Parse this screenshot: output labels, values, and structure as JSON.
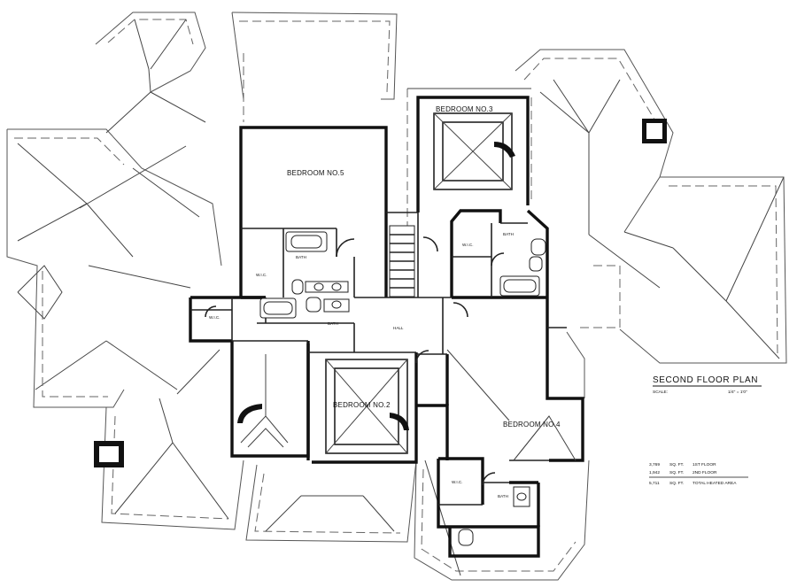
{
  "plan": {
    "title": "SECOND FLOOR PLAN",
    "scale_label": "SCALE:",
    "scale_value": "1/4\" = 1'0\"",
    "area_table": [
      {
        "value": "3,769",
        "unit": "SQ. FT.",
        "desc": "1ST FLOOR"
      },
      {
        "value": "1,942",
        "unit": "SQ. FT.",
        "desc": "2ND FLOOR"
      },
      {
        "value": "5,711",
        "unit": "SQ. FT.",
        "desc": "TOTAL HEATED AREA"
      }
    ],
    "rooms": {
      "bedroom_5": "BEDROOM NO.5",
      "bedroom_3": "BEDROOM NO.3",
      "bedroom_2": "BEDROOM NO.2",
      "bedroom_4": "BEDROOM NO.4",
      "hall": "HALL",
      "wic": "W.I.C.",
      "bath": "BATH"
    }
  }
}
